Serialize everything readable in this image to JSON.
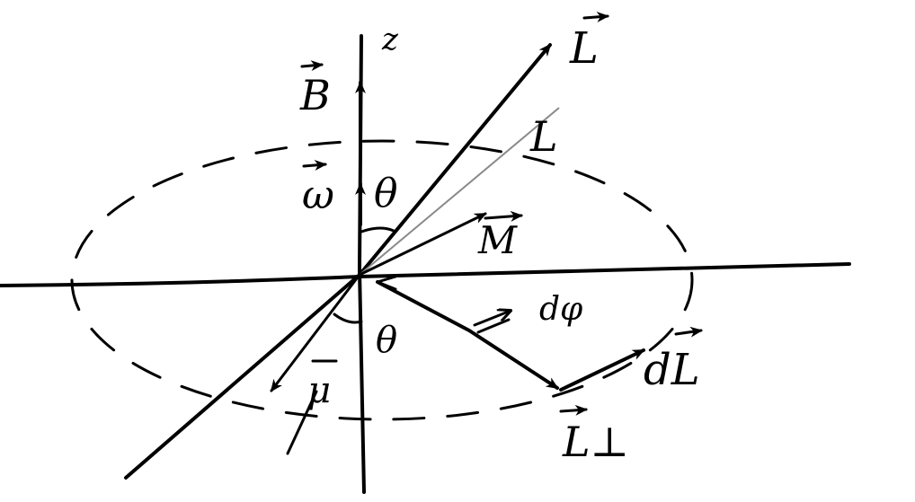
{
  "labels": {
    "z_axis": "z",
    "B_vector": "B",
    "omega_vector": "ω",
    "theta_upper": "θ",
    "theta_lower": "θ",
    "L_vector": "L",
    "L_projection": "L",
    "M_vector": "M",
    "mu_vector": "μ",
    "d_phi": "dφ",
    "dL_vector": "dL",
    "L_perp": "L⊥"
  },
  "colors": {
    "ink": "#000000",
    "faint_line": "#8a8a8a",
    "background": "#ffffff"
  }
}
